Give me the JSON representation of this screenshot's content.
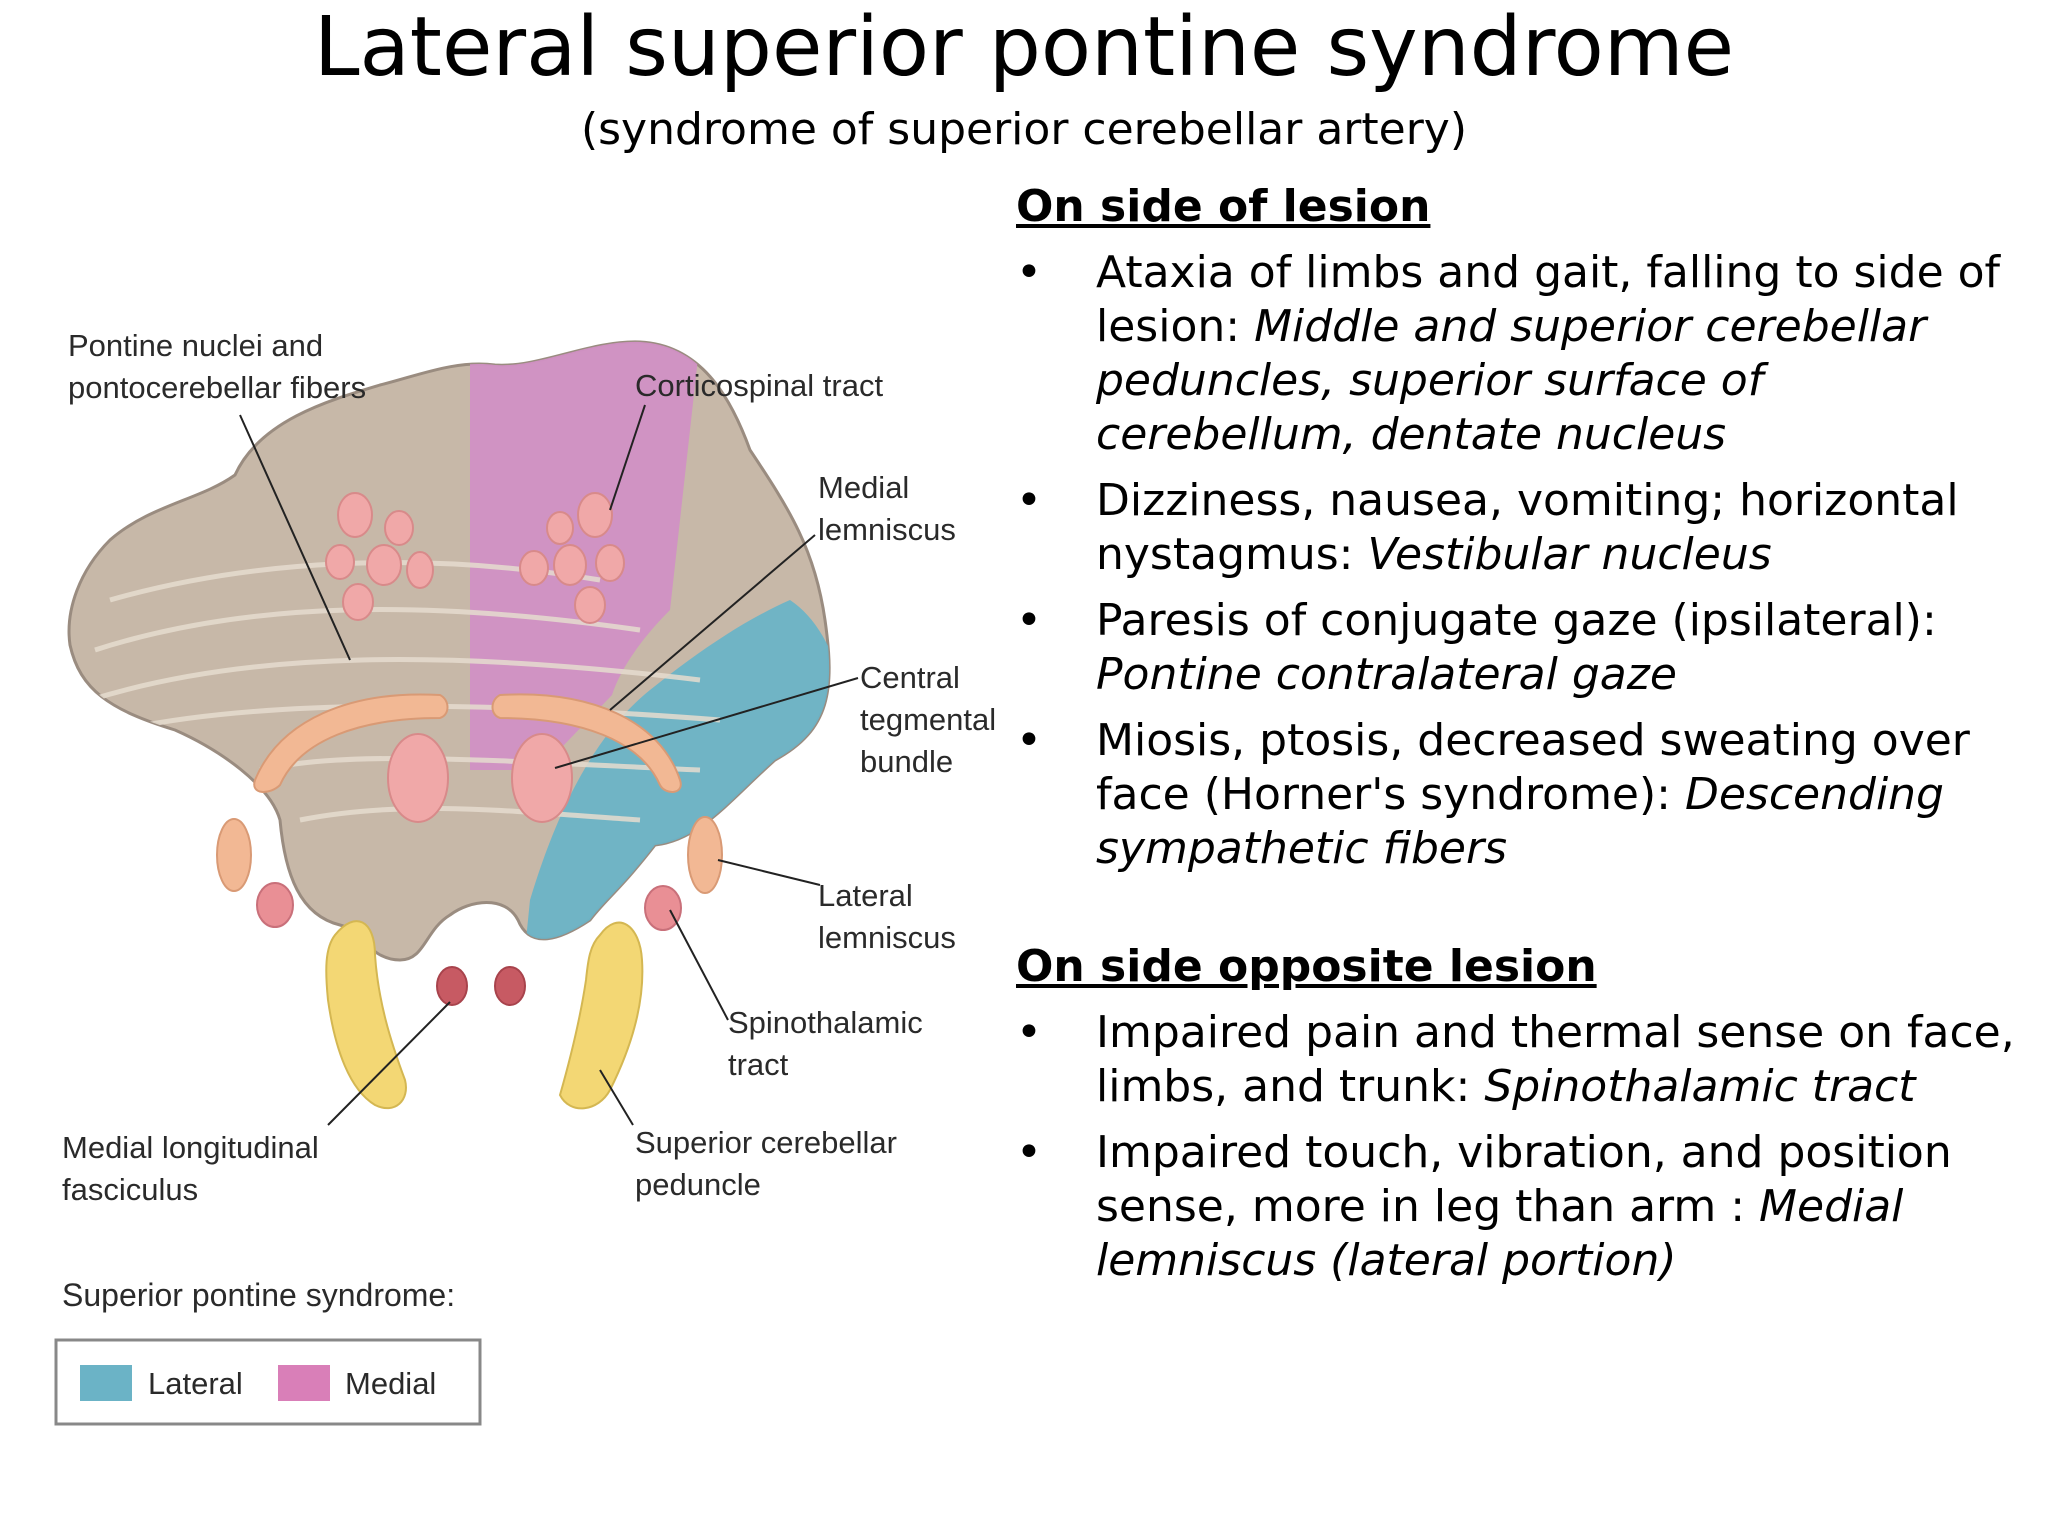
{
  "title": "Lateral superior pontine syndrome",
  "subtitle": "(syndrome of superior cerebellar artery)",
  "diagram": {
    "labels": {
      "pontine_nuclei_1": "Pontine nuclei and",
      "pontine_nuclei_2": "pontocerebellar fibers",
      "corticospinal": "Corticospinal tract",
      "medial_lemniscus_1": "Medial",
      "medial_lemniscus_2": "lemniscus",
      "central_tegmental_1": "Central",
      "central_tegmental_2": "tegmental",
      "central_tegmental_3": "bundle",
      "lateral_lemniscus_1": "Lateral",
      "lateral_lemniscus_2": "lemniscus",
      "spinothalamic_1": "Spinothalamic",
      "spinothalamic_2": "tract",
      "mlf_1": "Medial longitudinal",
      "mlf_2": "fasciculus",
      "scp_1": "Superior cerebellar",
      "scp_2": "peduncle"
    },
    "legend": {
      "title": "Superior pontine syndrome:",
      "items": [
        {
          "label": "Lateral",
          "color": "#6bb3c6"
        },
        {
          "label": "Medial",
          "color": "#d97fb8"
        }
      ]
    },
    "colors": {
      "tissue": "#c7b8a8",
      "lateral_zone": "#6bb3c6",
      "medial_zone": "#d190c4",
      "nuclei": "#f0a8a8",
      "tracts": "#f2b894",
      "scp": "#f3d774",
      "dark_nuclei": "#c75a63"
    }
  },
  "sections": [
    {
      "heading": "On side of lesion",
      "items": [
        {
          "text": "Ataxia of limbs and gait, falling to side of lesion: ",
          "location": "Middle and superior cerebellar peduncles, superior surface of cerebellum, dentate nucleus"
        },
        {
          "text": "Dizziness, nausea, vomiting; horizontal nystagmus: ",
          "location": "Vestibular nucleus"
        },
        {
          "text": "Paresis of conjugate gaze (ipsilateral): ",
          "location": "Pontine contralateral gaze"
        },
        {
          "text": "Miosis, ptosis, decreased sweating over face (Horner's syndrome): ",
          "location": "Descending sympathetic fibers"
        }
      ]
    },
    {
      "heading": "On side opposite lesion",
      "items": [
        {
          "text": "Impaired pain and thermal sense on face, limbs, and trunk: ",
          "location": "Spinothalamic tract"
        },
        {
          "text": "Impaired touch, vibration, and position sense, more in leg than arm : ",
          "location": "Medial lemniscus (lateral portion)"
        }
      ]
    }
  ],
  "bullet_char": "•"
}
